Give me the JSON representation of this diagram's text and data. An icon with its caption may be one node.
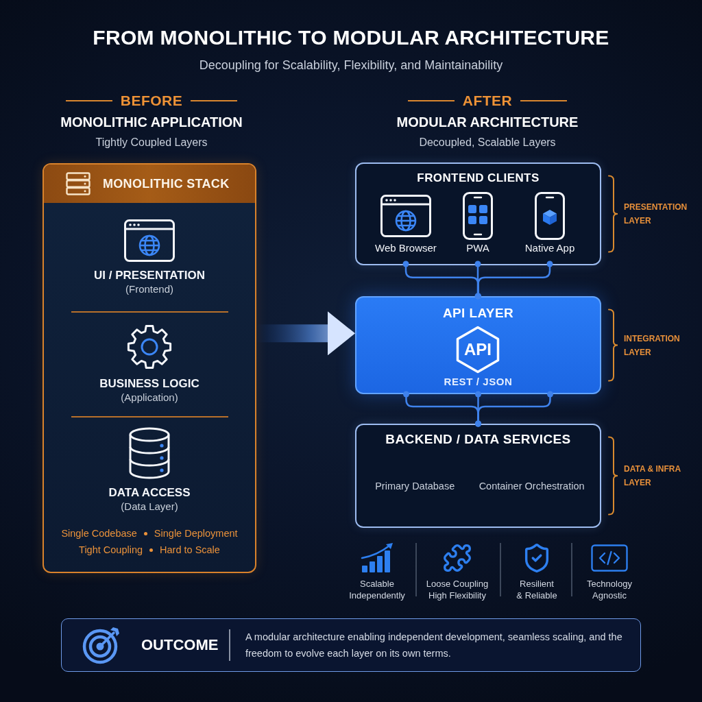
{
  "diagram": {
    "title": "FROM MONOLITHIC TO MODULAR ARCHITECTURE",
    "nodes": [
      {
        "text": [
          "MONOLITHIC STACK",
          "Single Codebase",
          "Single Deployment",
          "Tight Coupling",
          "Hard to Scale"
        ]
      },
      {
        "text": [
          "UI / PRESENTATION",
          "(Frontend)"
        ],
        "in": 0
      },
      {
        "text": [
          "BUSINESS LOGIC",
          "(Application)"
        ],
        "in": 0
      },
      {
        "text": [
          "DATA ACCESS",
          "(Data Layer)"
        ],
        "in": 0
      },
      {
        "text": [
          "FRONTEND CLIENTS"
        ],
        "beside": [
          "PRESENTATION LAYER"
        ]
      },
      {
        "text": [
          "Web Browser"
        ],
        "in": 4
      },
      {
        "text": [
          "PWA"
        ],
        "in": 4
      },
      {
        "text": [
          "Native App"
        ],
        "in": 4
      },
      {
        "text": [
          "API LAYER",
          "REST / JSON"
        ],
        "beside": [
          "INTEGRATION LAYER"
        ]
      },
      {
        "text": [
          "API"
        ],
        "in": 8
      },
      {
        "text": [
          "BACKEND / DATA SERVICES",
          "Primary Database",
          "Container Orchestration"
        ],
        "beside": [
          "DATA & INFRA LAYER"
        ]
      },
      {
        "text": [
          "OUTCOME",
          "A modular architecture enabling independent development, seamless scaling, and the freedom to evolve each layer on its own terms."
        ]
      }
    ],
    "edges": [
      {
        "from": 0,
        "to": 8,
        "arrow": "to",
        "style": "thick",
        "color": "#d6e4ff"
      },
      {
        "from": 5,
        "to": 8,
        "arrow": "other"
      },
      {
        "from": 6,
        "to": 8,
        "arrow": "other"
      },
      {
        "from": 7,
        "to": 8,
        "arrow": "other"
      },
      {
        "from": 8,
        "to": 10,
        "arrow": "other"
      },
      {
        "from": 8,
        "to": 10,
        "arrow": "other"
      },
      {
        "from": 8,
        "to": 10,
        "arrow": "other"
      }
    ],
    "labels": [
      "Decoupling for Scalability, Flexibility, and Maintainability",
      "BEFORE",
      "MONOLITHIC APPLICATION",
      "Tightly Coupled Layers",
      "AFTER",
      "MODULAR ARCHITECTURE",
      "Decoupled, Scalable Layers",
      "Scalable Independently",
      "Loose Coupling",
      "High Flexibility",
      "Resilient & Reliable",
      "Technology Agnostic"
    ]
  }
}
